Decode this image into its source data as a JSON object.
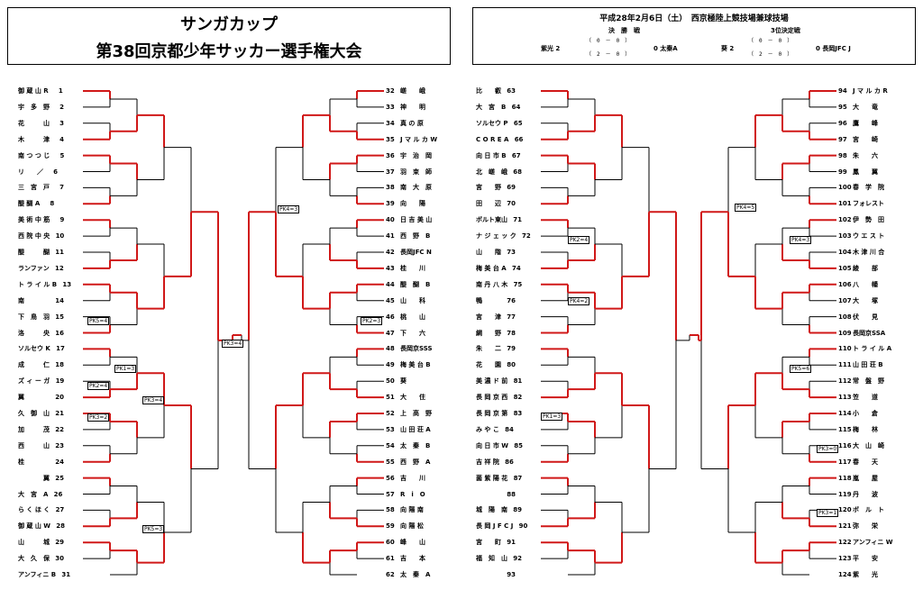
{
  "left": {
    "title1": "サンガカップ",
    "title2": "第38回京都少年サッカー選手権大会",
    "teams_left": [
      [
        "御 蔵 山 R",
        "1"
      ],
      [
        "宇　多　野",
        "2"
      ],
      [
        "花　　　山",
        "3"
      ],
      [
        "木　　　津",
        "4"
      ],
      [
        "南 つ つ じ",
        "5"
      ],
      [
        "リ　　／",
        "6"
      ],
      [
        "三　宮　戸",
        "7"
      ],
      [
        "醍 醐 A",
        "8"
      ],
      [
        "美 術 中 筋",
        "9"
      ],
      [
        "西 院 中 央",
        "10"
      ],
      [
        "醍　　　醐",
        "11"
      ],
      [
        "ランファン",
        "12"
      ],
      [
        "ト ラ イ ル B",
        "13"
      ],
      [
        "南　　　　",
        "14"
      ],
      [
        "下　鳥　羽",
        "15"
      ],
      [
        "洛　　　央",
        "16"
      ],
      [
        "ソルセウ K",
        "17"
      ],
      [
        "成　　　仁",
        "18"
      ],
      [
        "ズ ィ ー ガ",
        "19"
      ],
      [
        "翼　　　　",
        "20"
      ],
      [
        "久　御　山",
        "21"
      ],
      [
        "加　　　茂",
        "22"
      ],
      [
        "西　　　山",
        "23"
      ],
      [
        "桂　　　　",
        "24"
      ],
      [
        "　　　　翼",
        "25"
      ],
      [
        "大　宮　A",
        "26"
      ],
      [
        "ら く ほ く",
        "27"
      ],
      [
        "御 蔵 山 W",
        "28"
      ],
      [
        "山　　　城",
        "29"
      ],
      [
        "大　久　保",
        "30"
      ],
      [
        "アンフィニ B",
        "31"
      ]
    ],
    "teams_right": [
      [
        "32",
        "嵯　　峨"
      ],
      [
        "33",
        "神　　明"
      ],
      [
        "34",
        "真 の 原"
      ],
      [
        "35",
        "J マ ル カ W"
      ],
      [
        "36",
        "宇　治　岡"
      ],
      [
        "37",
        "羽　束　師"
      ],
      [
        "38",
        "南　大　原"
      ],
      [
        "39",
        "向　　陽"
      ],
      [
        "40",
        "日 吉 美 山"
      ],
      [
        "41",
        "西　野　B"
      ],
      [
        "42",
        "長岡JFC N"
      ],
      [
        "43",
        "桂　　川"
      ],
      [
        "44",
        "醍　醐　B"
      ],
      [
        "45",
        "山　　科"
      ],
      [
        "46",
        "桃　　山"
      ],
      [
        "47",
        "下　　六"
      ],
      [
        "48",
        "長岡京SSS"
      ],
      [
        "49",
        "梅 美 台 B"
      ],
      [
        "50",
        "葵　　　"
      ],
      [
        "51",
        "大　　住"
      ],
      [
        "52",
        "上　高　野"
      ],
      [
        "53",
        "山 田 荘 A"
      ],
      [
        "54",
        "太　秦　B"
      ],
      [
        "55",
        "西　野　A"
      ],
      [
        "56",
        "吉　　川"
      ],
      [
        "57",
        "R　i　O"
      ],
      [
        "58",
        "向 陽 南"
      ],
      [
        "59",
        "向 陽 松"
      ],
      [
        "60",
        "峰　　山"
      ],
      [
        "61",
        "吉　　本"
      ],
      [
        "62",
        "太　秦　A"
      ]
    ],
    "pk": [
      "PK5=4",
      "PK1=3",
      "PK2=4",
      "PK3=4",
      "PK3=2",
      "PK5=3",
      "PK3=4",
      "PK4=3",
      "PK2=3"
    ]
  },
  "right": {
    "header": "平成28年2月6日（土）　西京極陸上競技場兼球技場",
    "final_label": "決　勝　戦",
    "third_label": "3位決定戦",
    "final_left": "紫光 2",
    "final_score1": "（　0　－　0　）",
    "final_score2": "（　2　－　0　）",
    "final_right": "0 太秦A",
    "third_left": "葵 2",
    "third_score1": "（　0　－　0　）",
    "third_score2": "（　2　－　0　）",
    "third_right": "0 長岡JFC J",
    "teams_left": [
      [
        "比　　叡",
        "63"
      ],
      [
        "大　宮　B",
        "64"
      ],
      [
        "ソルセウ P",
        "65"
      ],
      [
        "C O R E A",
        "66"
      ],
      [
        "向 日 市 B",
        "67"
      ],
      [
        "北　嵯　峨",
        "68"
      ],
      [
        "宮　　野",
        "69"
      ],
      [
        "田　　辺",
        "70"
      ],
      [
        "ボルト東山",
        "71"
      ],
      [
        "ナ ジ ェ ッ ク",
        "72"
      ],
      [
        "山　　階",
        "73"
      ],
      [
        "梅 美 台 A",
        "74"
      ],
      [
        "南 丹 八 木",
        "75"
      ],
      [
        "鴨　　　",
        "76"
      ],
      [
        "宮　　津",
        "77"
      ],
      [
        "綱　　野",
        "78"
      ],
      [
        "朱　　二",
        "79"
      ],
      [
        "花　　園",
        "80"
      ],
      [
        "美 濃 ド 前",
        "81"
      ],
      [
        "長 岡 京 西",
        "82"
      ],
      [
        "長 岡 京 第",
        "83"
      ],
      [
        "み や こ",
        "84"
      ],
      [
        "向 日 市 W",
        "85"
      ],
      [
        "吉 祥 院",
        "86"
      ],
      [
        "菌 紫 陽 花",
        "87"
      ],
      [
        "　　　　",
        "88"
      ],
      [
        "城　陽　南",
        "89"
      ],
      [
        "長 岡 J F C J",
        "90"
      ],
      [
        "宮　　町",
        "91"
      ],
      [
        "福　知　山",
        "92"
      ],
      [
        "　　　　",
        "93"
      ]
    ],
    "teams_right": [
      [
        "94",
        "J マ ル カ R"
      ],
      [
        "95",
        "大　　竜"
      ],
      [
        "96",
        "鷹　　峰"
      ],
      [
        "97",
        "宮　　崎"
      ],
      [
        "98",
        "朱　　六"
      ],
      [
        "99",
        "鳳　　翼"
      ],
      [
        "100",
        "春　学　院"
      ],
      [
        "101",
        "フォレスト"
      ],
      [
        "102",
        "伊　勢　田"
      ],
      [
        "103",
        "ウ エ ス ト"
      ],
      [
        "104",
        "木 津 川 合"
      ],
      [
        "105",
        "綾　　部"
      ],
      [
        "106",
        "八　　幡"
      ],
      [
        "107",
        "大　　塚"
      ],
      [
        "108",
        "伏　　見"
      ],
      [
        "109",
        "長岡京SSA"
      ],
      [
        "110",
        "ト ラ イ ル A"
      ],
      [
        "111",
        "山 田 荘 B"
      ],
      [
        "112",
        "常　盤　野"
      ],
      [
        "113",
        "笠　　道"
      ],
      [
        "114",
        "小　　倉"
      ],
      [
        "115",
        "梅　　林"
      ],
      [
        "116",
        "大　山　崎"
      ],
      [
        "117",
        "春　　天"
      ],
      [
        "118",
        "嵐　　屋"
      ],
      [
        "119",
        "丹　　波"
      ],
      [
        "120",
        "ボ　ル　ト"
      ],
      [
        "121",
        "弥　　栄"
      ],
      [
        "122",
        "アンフィニ W"
      ],
      [
        "123",
        "平　　安"
      ],
      [
        "124",
        "紫　　光"
      ]
    ],
    "pk": [
      "PK2=4",
      "PK4=2",
      "PK1=3",
      "PK4=5",
      "PK4=3",
      "PK5=6",
      "PK3=0",
      "PK3=1"
    ]
  }
}
